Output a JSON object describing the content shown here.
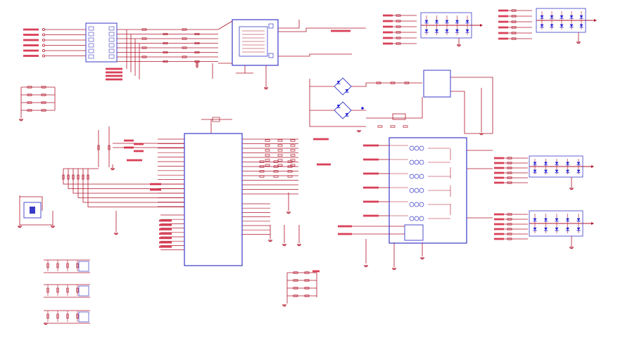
{
  "colors": {
    "wire": "#b0142a",
    "body": "#3a3ac8",
    "label": "#d11f3a",
    "ground": "#b0142a",
    "diode": "#1f1fd8"
  },
  "sheet": {
    "title": "",
    "components": [
      {
        "ref": "",
        "role": "connector-rj45"
      },
      {
        "ref": "",
        "role": "buffer-ic"
      },
      {
        "ref": "",
        "role": "main-ic"
      },
      {
        "ref": "",
        "role": "transformer-module"
      },
      {
        "ref": "",
        "role": "bridge-rectifier"
      },
      {
        "ref": "",
        "role": "regulator-ic"
      },
      {
        "ref": "",
        "role": "tvs-diode-array-1"
      },
      {
        "ref": "",
        "role": "tvs-diode-array-2"
      },
      {
        "ref": "",
        "role": "tvs-diode-array-3"
      },
      {
        "ref": "",
        "role": "tvs-diode-array-4"
      }
    ]
  }
}
